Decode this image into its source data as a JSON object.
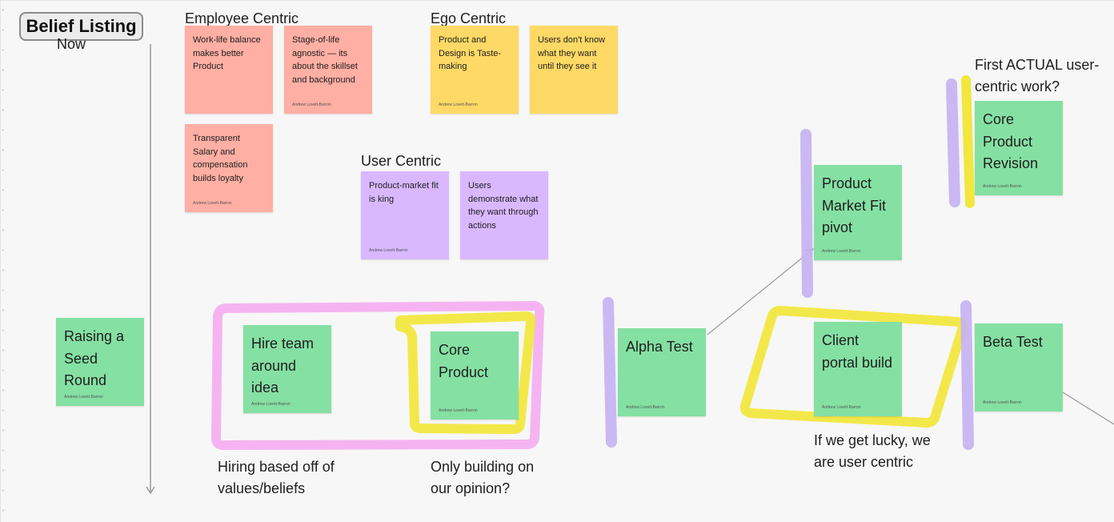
{
  "board": {
    "title": "Belief Listing",
    "timeline_label": "Now"
  },
  "groups": {
    "employee_centric": "Employee Centric",
    "ego_centric": "Ego Centric",
    "user_centric": "User Centric"
  },
  "stickies": [
    {
      "text": "Work-life balance makes better Product",
      "author": ""
    },
    {
      "text": "Stage-of-life agnostic — its about the skillset and background",
      "author": "Andrew Lovett-Barron"
    },
    {
      "text": "Transparent Salary and compensation builds loyalty",
      "author": "Andrew Lovett-Barron"
    },
    {
      "text": "Product and Design is Taste-making",
      "author": "Andrew Lovett-Barron"
    },
    {
      "text": "Users don't know what they want until they see it",
      "author": ""
    },
    {
      "text": "Product-market fit is king",
      "author": "Andrew Lovett-Barron"
    },
    {
      "text": "Users demonstrate what they want through actions",
      "author": ""
    },
    {
      "text": "Raising a Seed Round",
      "author": "Andrew Lovett-Barron"
    },
    {
      "text": "Hire team around idea",
      "author": "Andrew Lovett-Barron"
    },
    {
      "text": "Core Product",
      "author": "Andrew Lovett-Barron"
    },
    {
      "text": "Alpha Test",
      "author": "Andrew Lovett-Barron"
    },
    {
      "text": "Product Market Fit pivot",
      "author": "Andrew Lovett-Barron"
    },
    {
      "text": "Client portal build",
      "author": "Andrew Lovett-Barron"
    },
    {
      "text": "Beta Test",
      "author": "Andrew Lovett-Barron"
    },
    {
      "text": "Core Product Revision",
      "author": "Andrew Lovett-Barron"
    }
  ],
  "annotations": {
    "first_actual": "First ACTUAL user-centric work?",
    "hiring": "Hiring based off of values/beliefs",
    "only_building": "Only building on our opinion?",
    "lucky": "If we get lucky, we are user centric"
  },
  "colors": {
    "background": "#f7f7f7",
    "sticky_salmon": "#ffafa3",
    "sticky_yellow": "#ffd966",
    "sticky_purple": "#d9b8ff",
    "sticky_green": "#85e0a3",
    "marker_pink": "#f5a8f0",
    "marker_yellow": "#f2e52c",
    "marker_purple": "#c6b2f2"
  }
}
